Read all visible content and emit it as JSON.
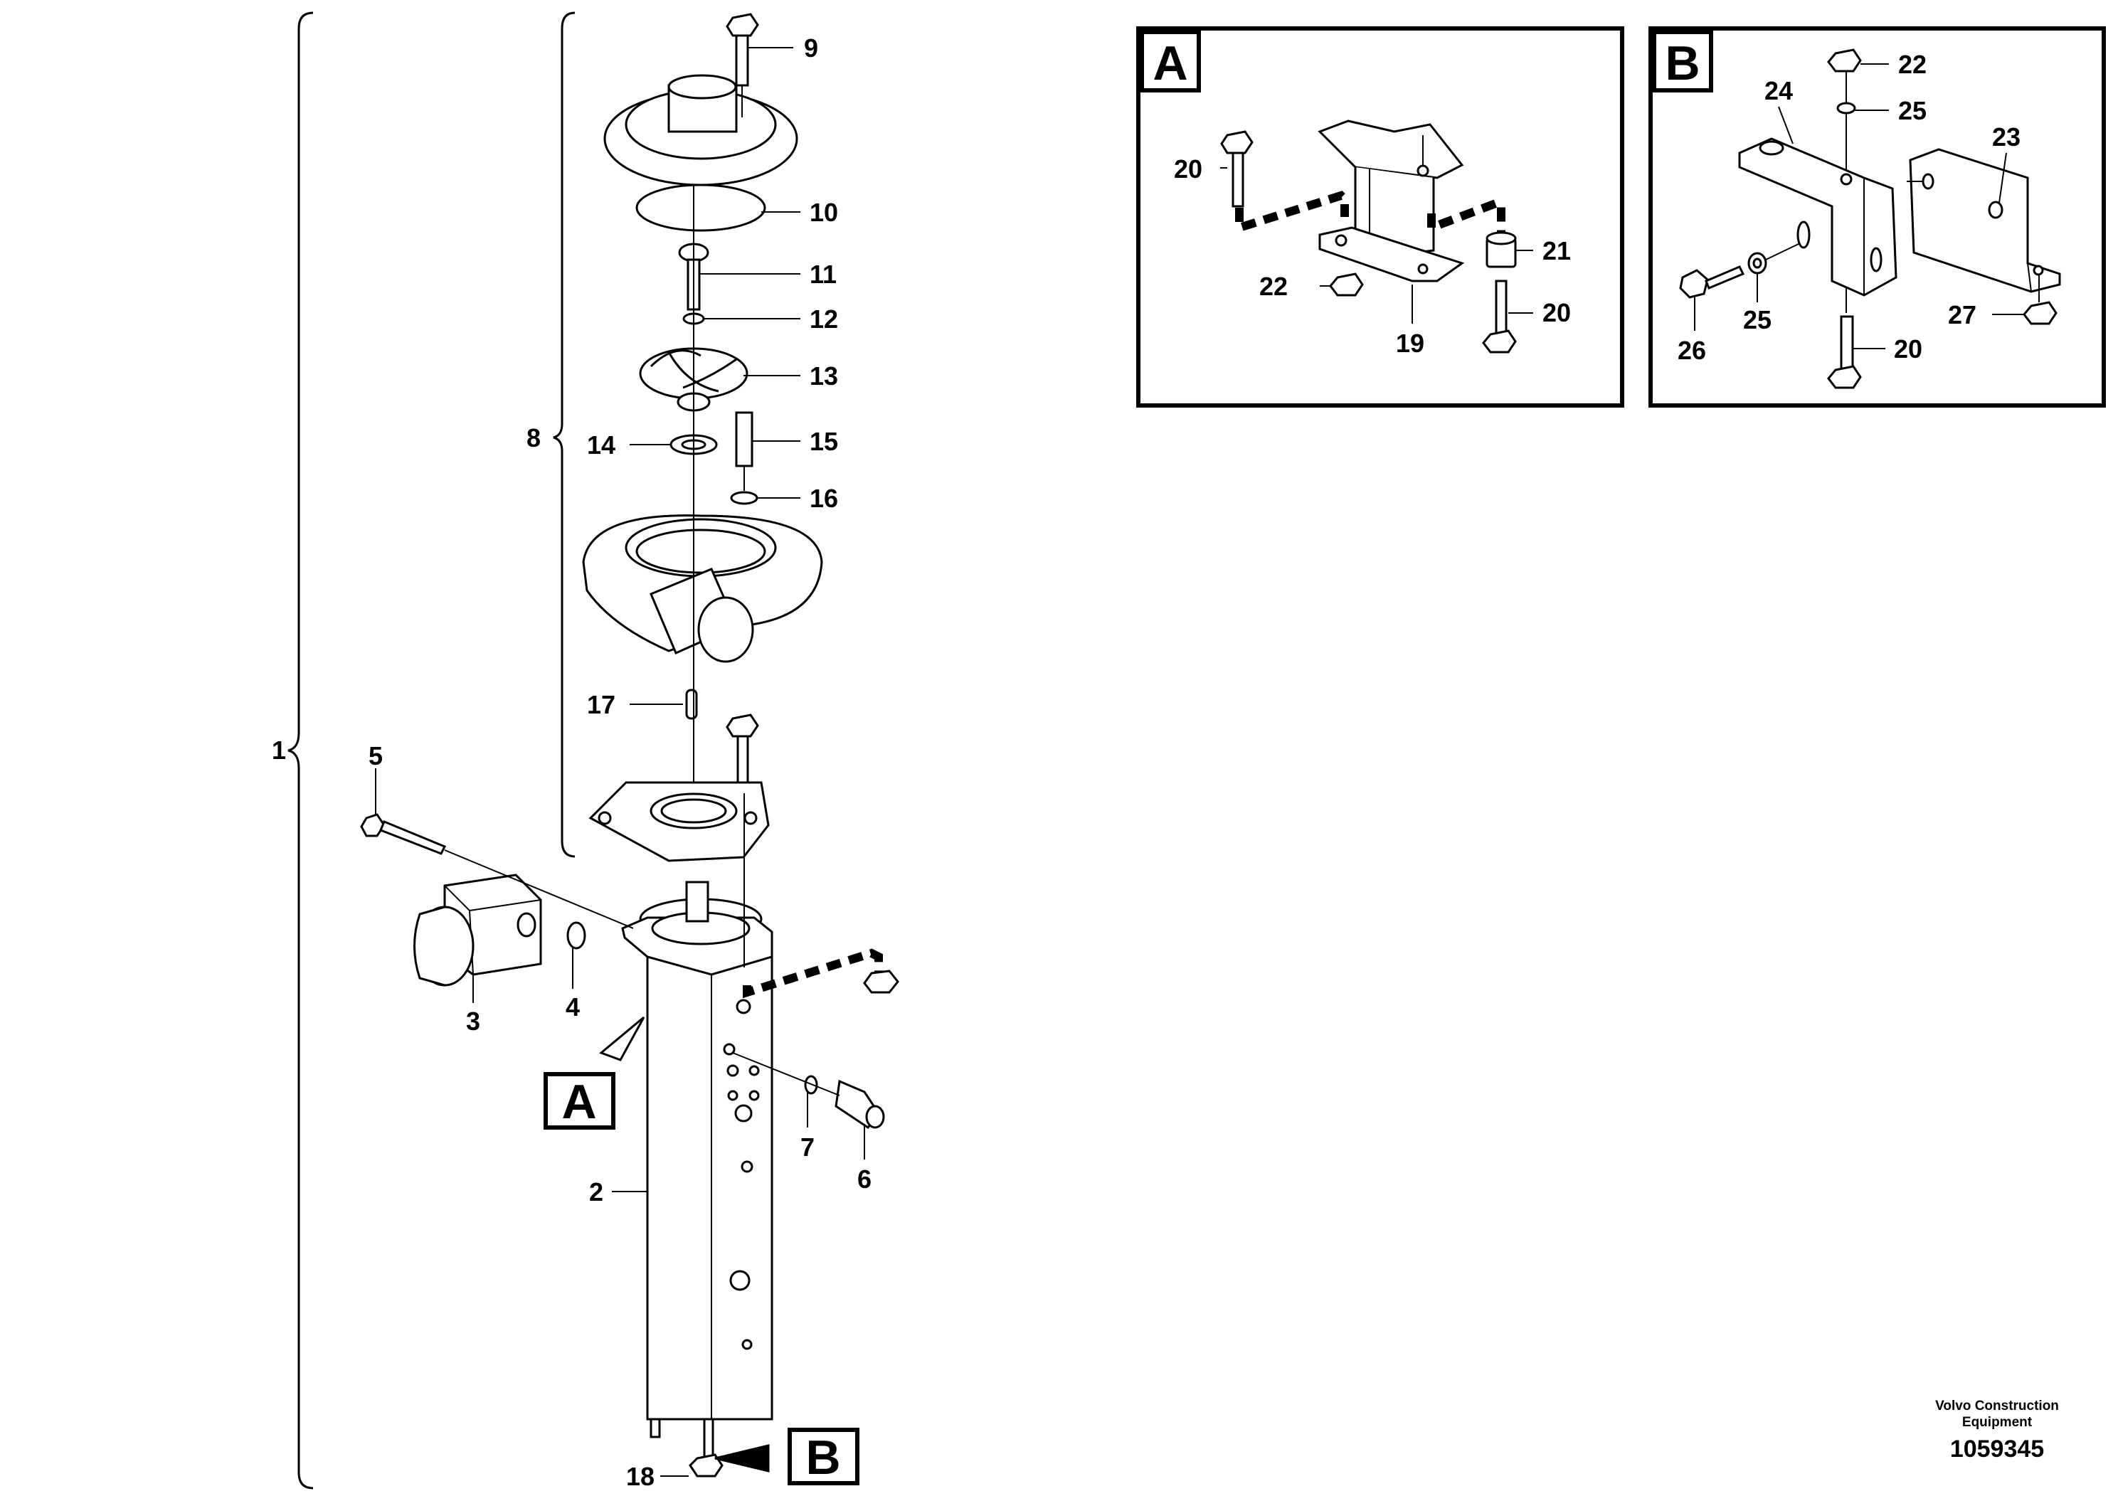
{
  "diagram": {
    "callouts": [
      "1",
      "2",
      "3",
      "4",
      "5",
      "6",
      "7",
      "8",
      "9",
      "10",
      "11",
      "12",
      "13",
      "14",
      "15",
      "16",
      "17",
      "18"
    ],
    "view_markers": {
      "main_a": "A",
      "main_b": "B"
    },
    "detail_a": {
      "title": "A",
      "callouts": [
        "20",
        "22",
        "19",
        "21",
        "20"
      ]
    },
    "detail_b": {
      "title": "B",
      "callouts": [
        "22",
        "25",
        "24",
        "23",
        "26",
        "25",
        "27",
        "20"
      ]
    }
  },
  "footer": {
    "company_line1": "Volvo Construction",
    "company_line2": "Equipment",
    "drawing_number": "1059345"
  }
}
